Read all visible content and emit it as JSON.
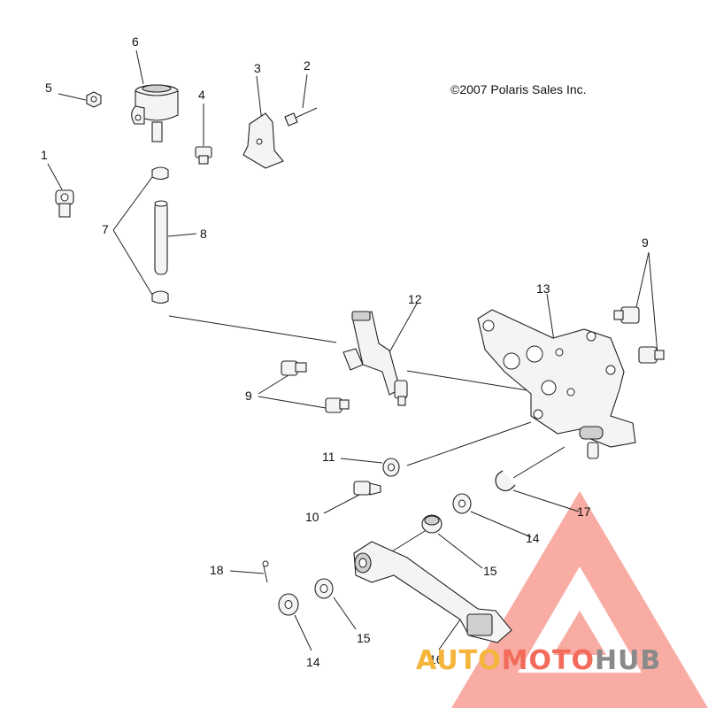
{
  "copyright": "©2007 Polaris Sales Inc.",
  "callouts": {
    "c1": "1",
    "c2": "2",
    "c3": "3",
    "c4": "4",
    "c5": "5",
    "c6": "6",
    "c7": "7",
    "c8": "8",
    "c9a": "9",
    "c9b": "9",
    "c10": "10",
    "c11": "11",
    "c12": "12",
    "c13": "13",
    "c14a": "14",
    "c14b": "14",
    "c15a": "15",
    "c15b": "15",
    "c16": "16",
    "c17": "17",
    "c18": "18"
  },
  "watermark": {
    "part1": "AUTO",
    "part2": "MOTO",
    "part3": "HUB",
    "color_primary": "#f26b5b",
    "color_secondary": "#f5b53a",
    "color_hub": "#8a8a8a"
  }
}
